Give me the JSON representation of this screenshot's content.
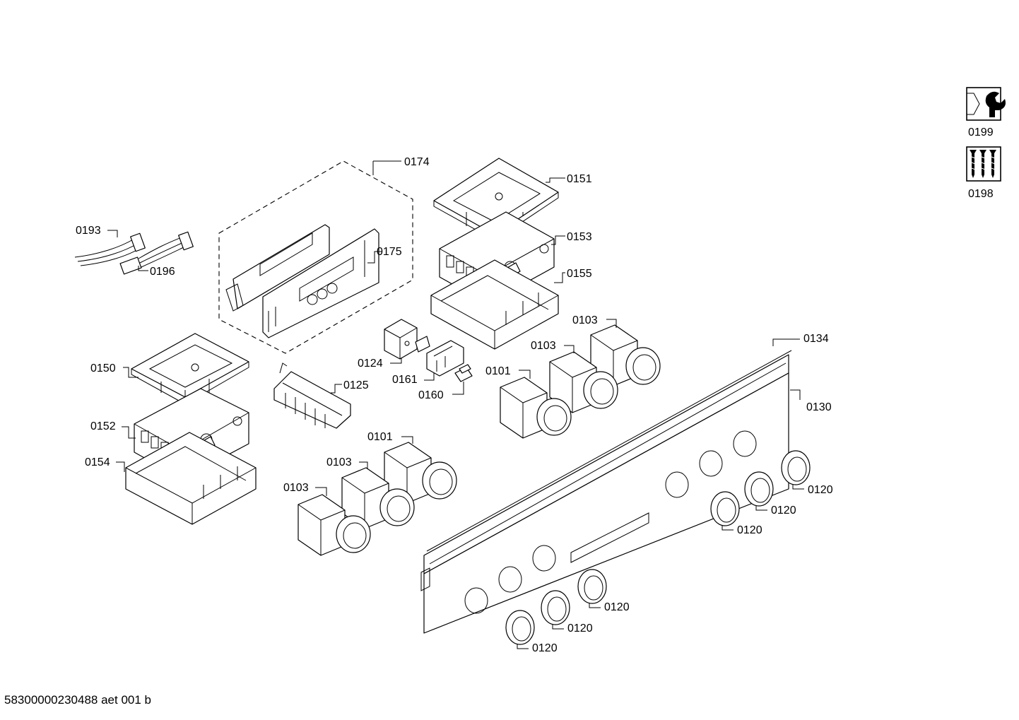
{
  "footer": {
    "document_id": "58300000230488 aet 001 b"
  },
  "icons": {
    "service_tool": {
      "label": "0199",
      "icon": "wrench-icon"
    },
    "screws": {
      "label": "0198",
      "icon": "screws-icon"
    }
  },
  "callouts": [
    {
      "id": "c0174",
      "label": "0174"
    },
    {
      "id": "c0175",
      "label": "0175"
    },
    {
      "id": "c0193",
      "label": "0193"
    },
    {
      "id": "c0196",
      "label": "0196"
    },
    {
      "id": "c0151",
      "label": "0151"
    },
    {
      "id": "c0153",
      "label": "0153"
    },
    {
      "id": "c0155",
      "label": "0155"
    },
    {
      "id": "c0150",
      "label": "0150"
    },
    {
      "id": "c0152",
      "label": "0152"
    },
    {
      "id": "c0154",
      "label": "0154"
    },
    {
      "id": "c0124",
      "label": "0124"
    },
    {
      "id": "c0161",
      "label": "0161"
    },
    {
      "id": "c0160",
      "label": "0160"
    },
    {
      "id": "c0125",
      "label": "0125"
    },
    {
      "id": "c0103a",
      "label": "0103"
    },
    {
      "id": "c0103b",
      "label": "0103"
    },
    {
      "id": "c0101a",
      "label": "0101"
    },
    {
      "id": "c0134",
      "label": "0134"
    },
    {
      "id": "c0130",
      "label": "0130"
    },
    {
      "id": "c0101b",
      "label": "0101"
    },
    {
      "id": "c0103c",
      "label": "0103"
    },
    {
      "id": "c0103d",
      "label": "0103"
    },
    {
      "id": "c0120a",
      "label": "0120"
    },
    {
      "id": "c0120b",
      "label": "0120"
    },
    {
      "id": "c0120c",
      "label": "0120"
    },
    {
      "id": "c0120d",
      "label": "0120"
    },
    {
      "id": "c0120e",
      "label": "0120"
    },
    {
      "id": "c0120f",
      "label": "0120"
    }
  ]
}
